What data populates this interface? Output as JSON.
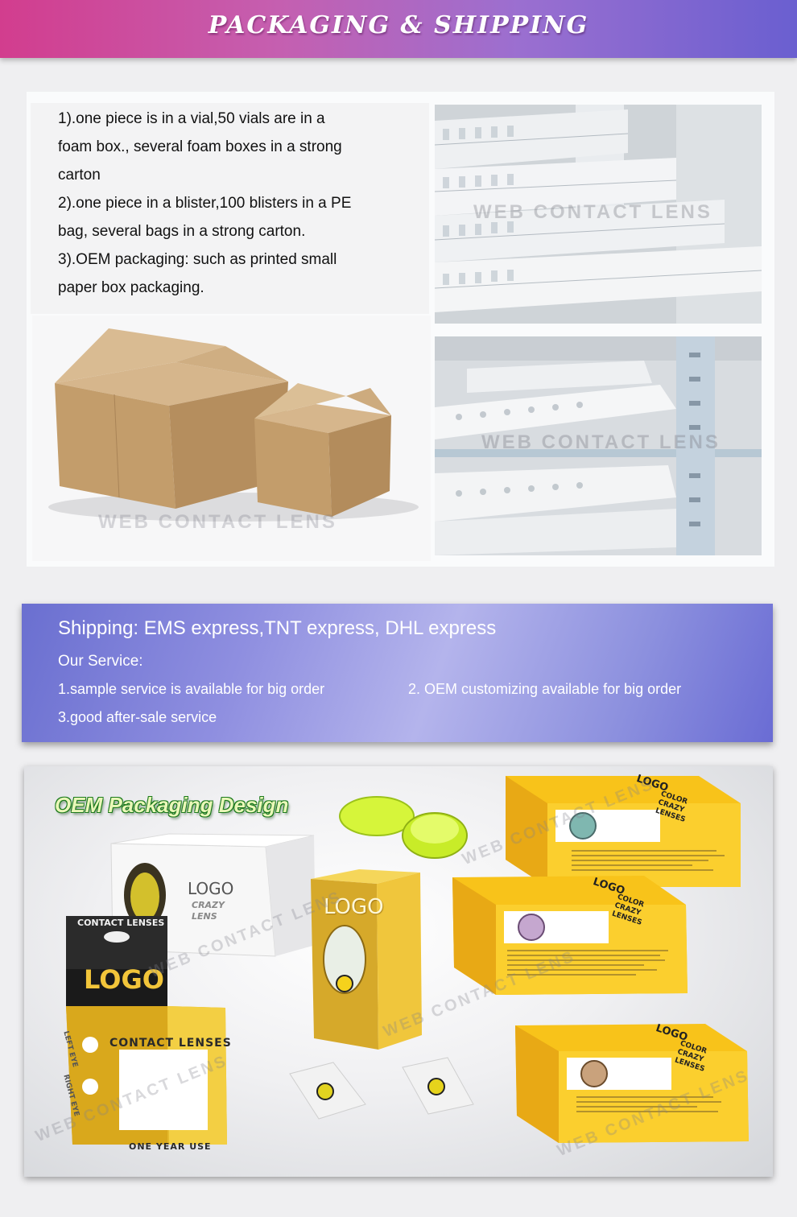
{
  "header": {
    "title": "PACKAGING & SHIPPING"
  },
  "packaging": {
    "lines": [
      "1).one piece is in a vial,50 vials are in a",
      "foam box., several foam boxes in a strong",
      "carton",
      "2).one piece in a blister,100 blisters in a PE",
      "bag, several bags in a strong carton.",
      "3).OEM packaging: such as printed small",
      "paper box packaging."
    ]
  },
  "watermark": "WEB CONTACT LENS",
  "shipping": {
    "title": "Shipping: EMS express,TNT express, DHL express",
    "service_heading": "Our Service:",
    "items": [
      "1.sample service is available for big order",
      "2. OEM customizing available for big order",
      "3.good after-sale service"
    ]
  },
  "oem": {
    "title": "OEM Packaging Design",
    "logo": "LOGO",
    "contact_lenses": "CONTACT LENSES",
    "one_year_use": "ONE YEAR USE",
    "crazy_lens": "CRAZY LENS",
    "color_crazy_lenses": "COLOR CRAZY LENSES",
    "left_eye": "LEFT EYE",
    "right_eye": "RIGHT EYE"
  },
  "colors": {
    "header_gradient_start": "#d23d8e",
    "header_gradient_end": "#6a5fd0",
    "shipping_panel": "#8f8fe0",
    "oem_title_green": "#1c7a1c",
    "cardboard": "#c9a577",
    "yellow_box": "#f6c21a"
  }
}
